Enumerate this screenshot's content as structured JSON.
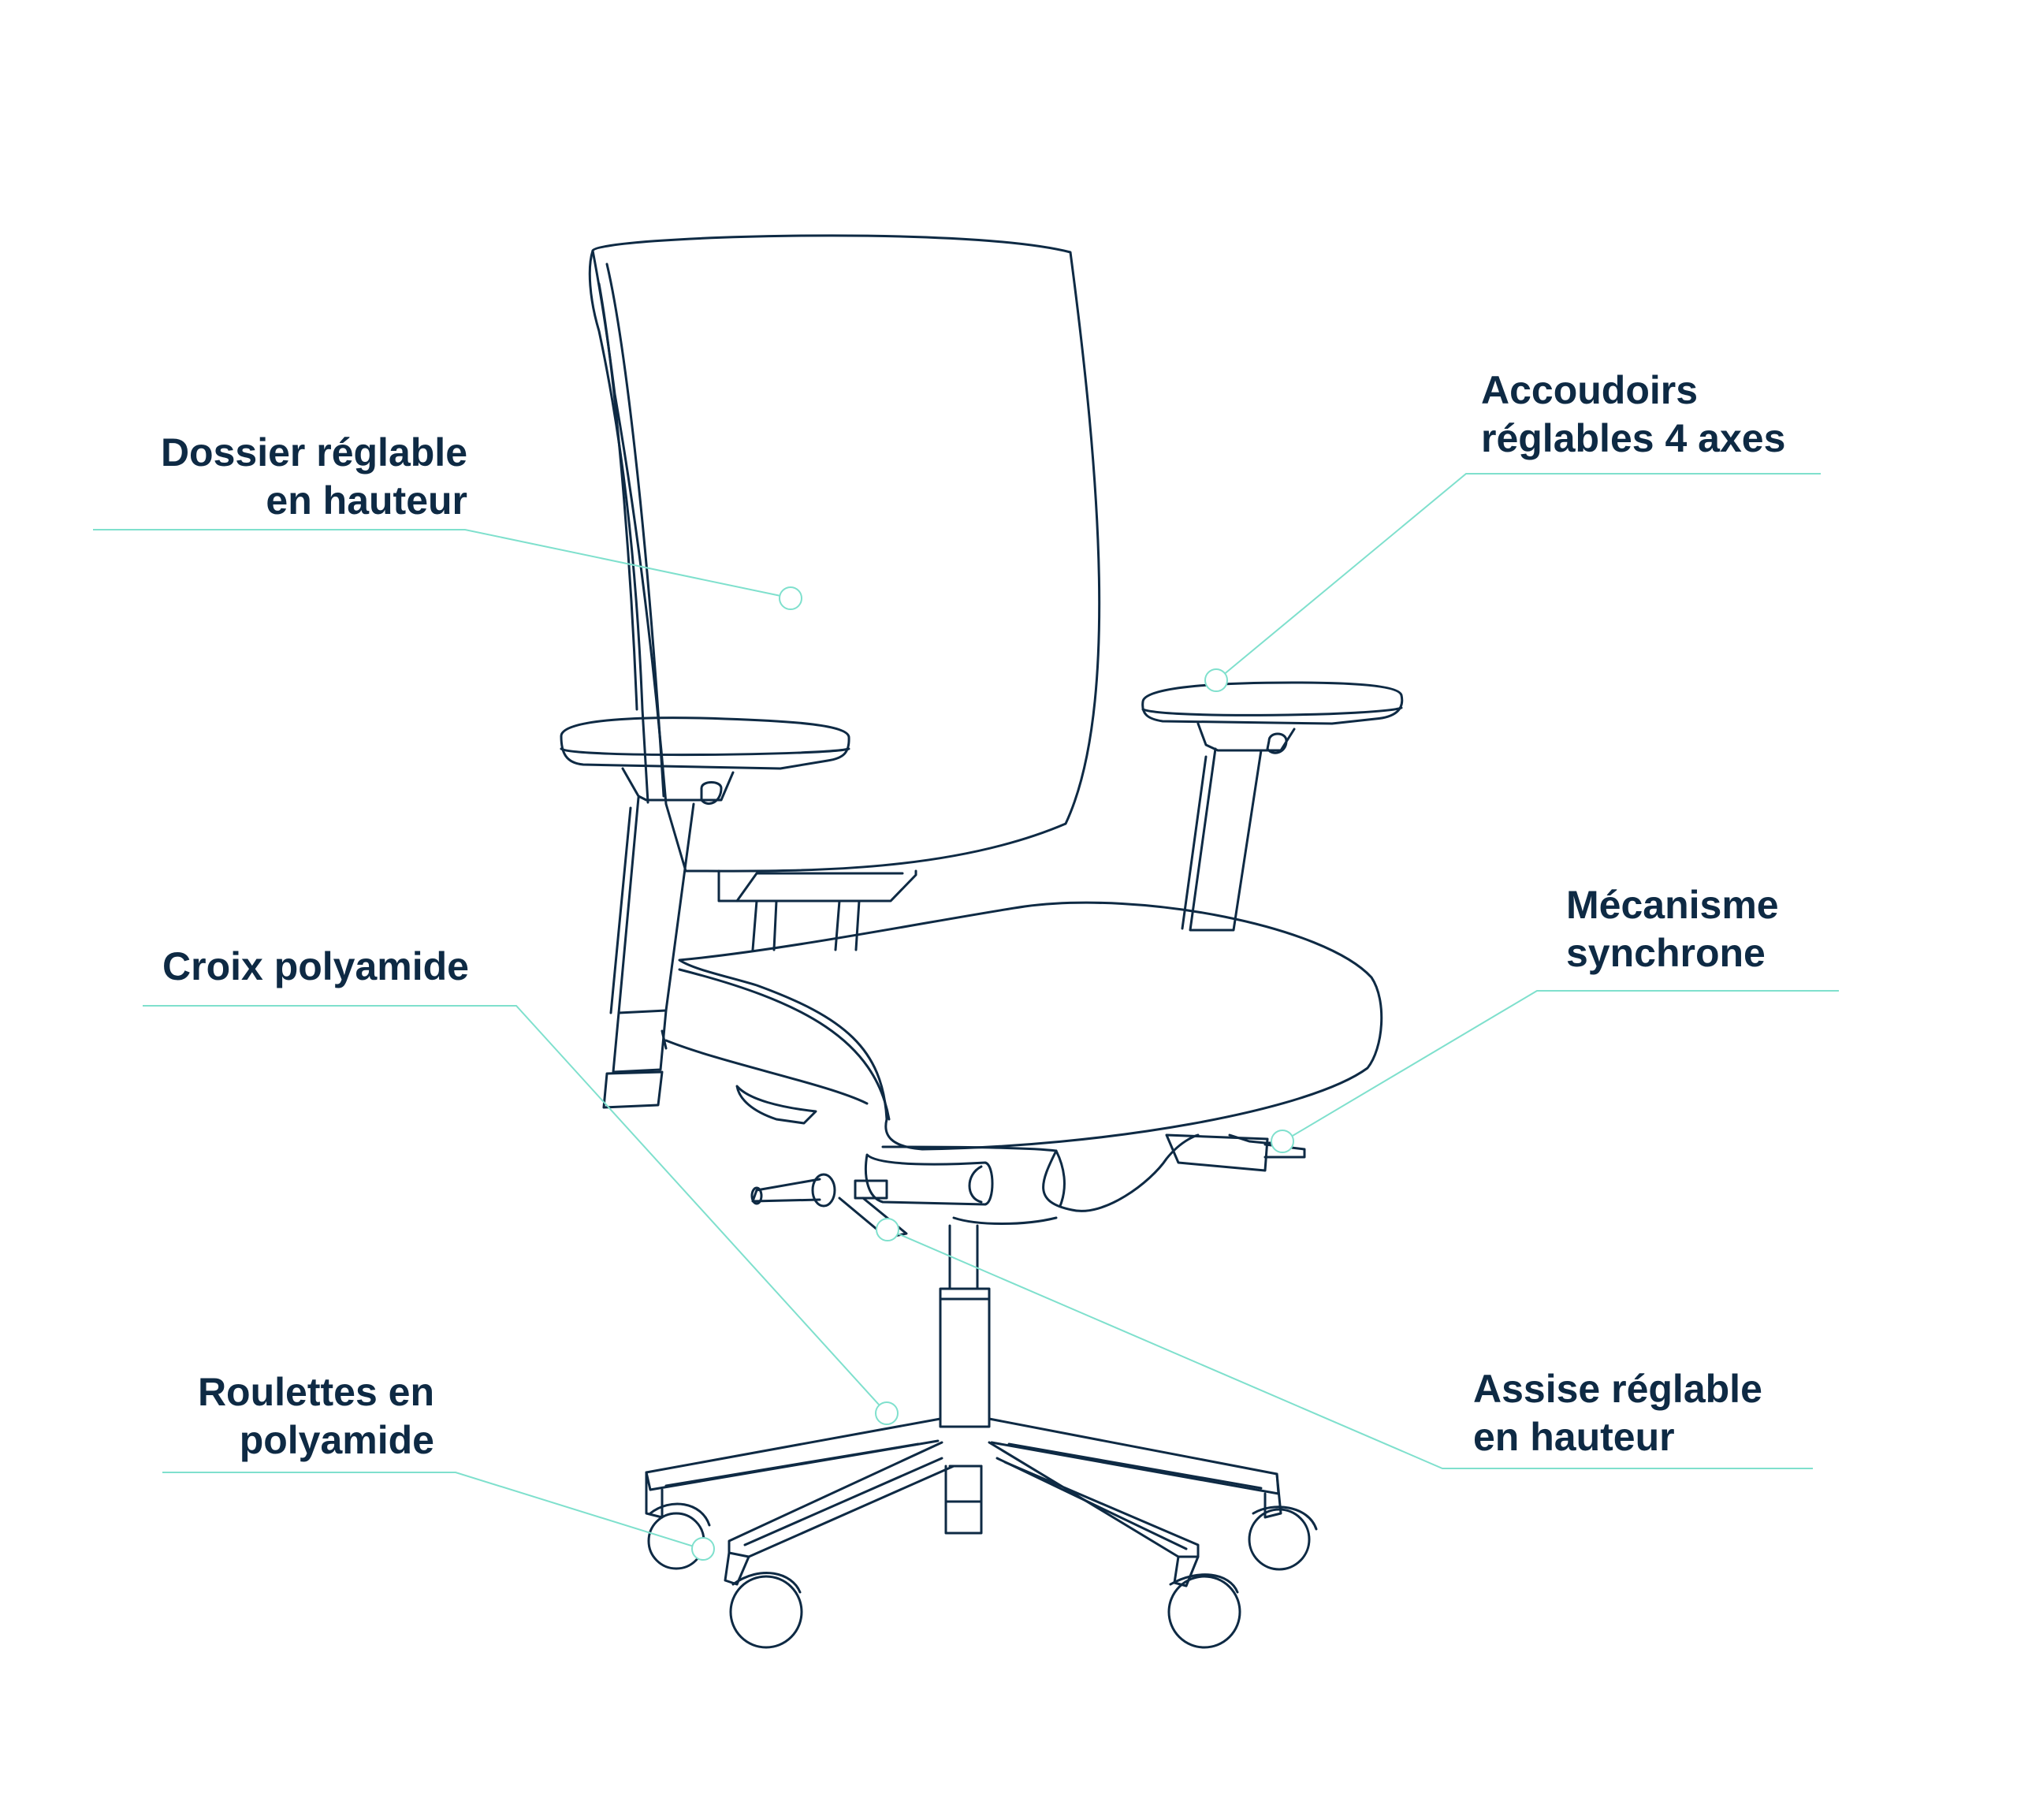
{
  "colors": {
    "text": "#0e2a44",
    "outline": "#0e2a44",
    "leader": "#7fe0cd"
  },
  "labels": {
    "dossier": {
      "line1": "Dossier réglable",
      "line2": "en hauteur"
    },
    "accoudoirs": {
      "line1": "Accoudoirs",
      "line2": "réglables 4 axes"
    },
    "mecanisme": {
      "line1": "Mécanisme",
      "line2": "synchrone"
    },
    "croix": {
      "line1": "Croix polyamide"
    },
    "roulettes": {
      "line1": "Roulettes en",
      "line2": "polyamide"
    },
    "assise": {
      "line1": "Assise réglable",
      "line2": "en hauteur"
    }
  }
}
